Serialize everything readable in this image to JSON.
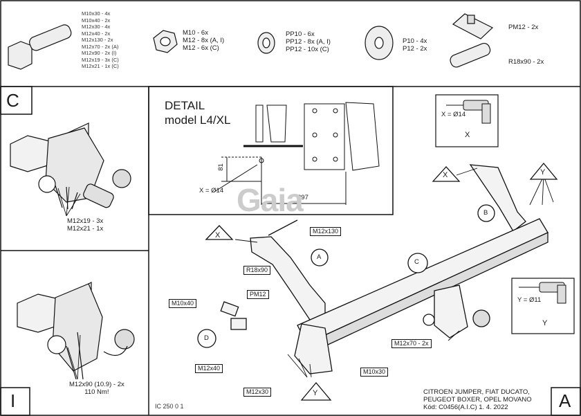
{
  "bolt_list": [
    "M10x30 - 4x",
    "M10x40 - 2x",
    "M12x30 - 4x",
    "M12x40 - 2x",
    "M12x130 - 2x",
    "M12x70 - 2x (A)",
    "M12x90 - 2x (I)",
    "M12x19 - 3x (C)",
    "M12x21 - 1x (C)"
  ],
  "nut_list": [
    "M10 - 6x",
    "M12 - 8x (A, I)",
    "M12 - 6x (C)"
  ],
  "pp_list": [
    "PP10 - 6x",
    "PP12 - 8x (A, I)",
    "PP12 - 10x (C)"
  ],
  "p_list": [
    "P10 - 4x",
    "P12 - 2x"
  ],
  "plate_label": "PM12 - 2x",
  "sleeve_label": "R18x90 - 2x",
  "section_c": "C",
  "section_i": "I",
  "section_a": "A",
  "c_bolts": [
    "M12x19 - 3x",
    "M12x21 - 1x"
  ],
  "i_bolts": [
    "M12x90 (10.9) - 2x",
    "110 Nm!"
  ],
  "detail": {
    "title": "DETAIL",
    "model": "model L4/XL",
    "dim_81": "81",
    "dim_297": "297",
    "hole": "X = Ø14"
  },
  "watermark": "Gaia",
  "drill_x": "X = Ø14",
  "drill_y": "Y = Ø11",
  "tri_x": "X",
  "tri_y": "Y",
  "part_letters": {
    "a": "A",
    "b": "B",
    "c": "C",
    "d": "D"
  },
  "callouts": {
    "m12x130": "M12x130",
    "r18x90": "R18x90",
    "pm12": "PM12",
    "m10x40": "M10x40",
    "m12x40": "M12x40",
    "m12x30": "M12x30",
    "m10x30": "M10x30",
    "m12x70": "M12x70 - 2x"
  },
  "footer": {
    "code": "IC 250 0 1",
    "vehicles_1": "CITROEN JUMPER, FIAT DUCATO,",
    "vehicles_2": "PEUGEOT BOXER, OPEL MOVANO",
    "kod": "Kód: C0456(A.I.C)  1. 4. 2022"
  }
}
